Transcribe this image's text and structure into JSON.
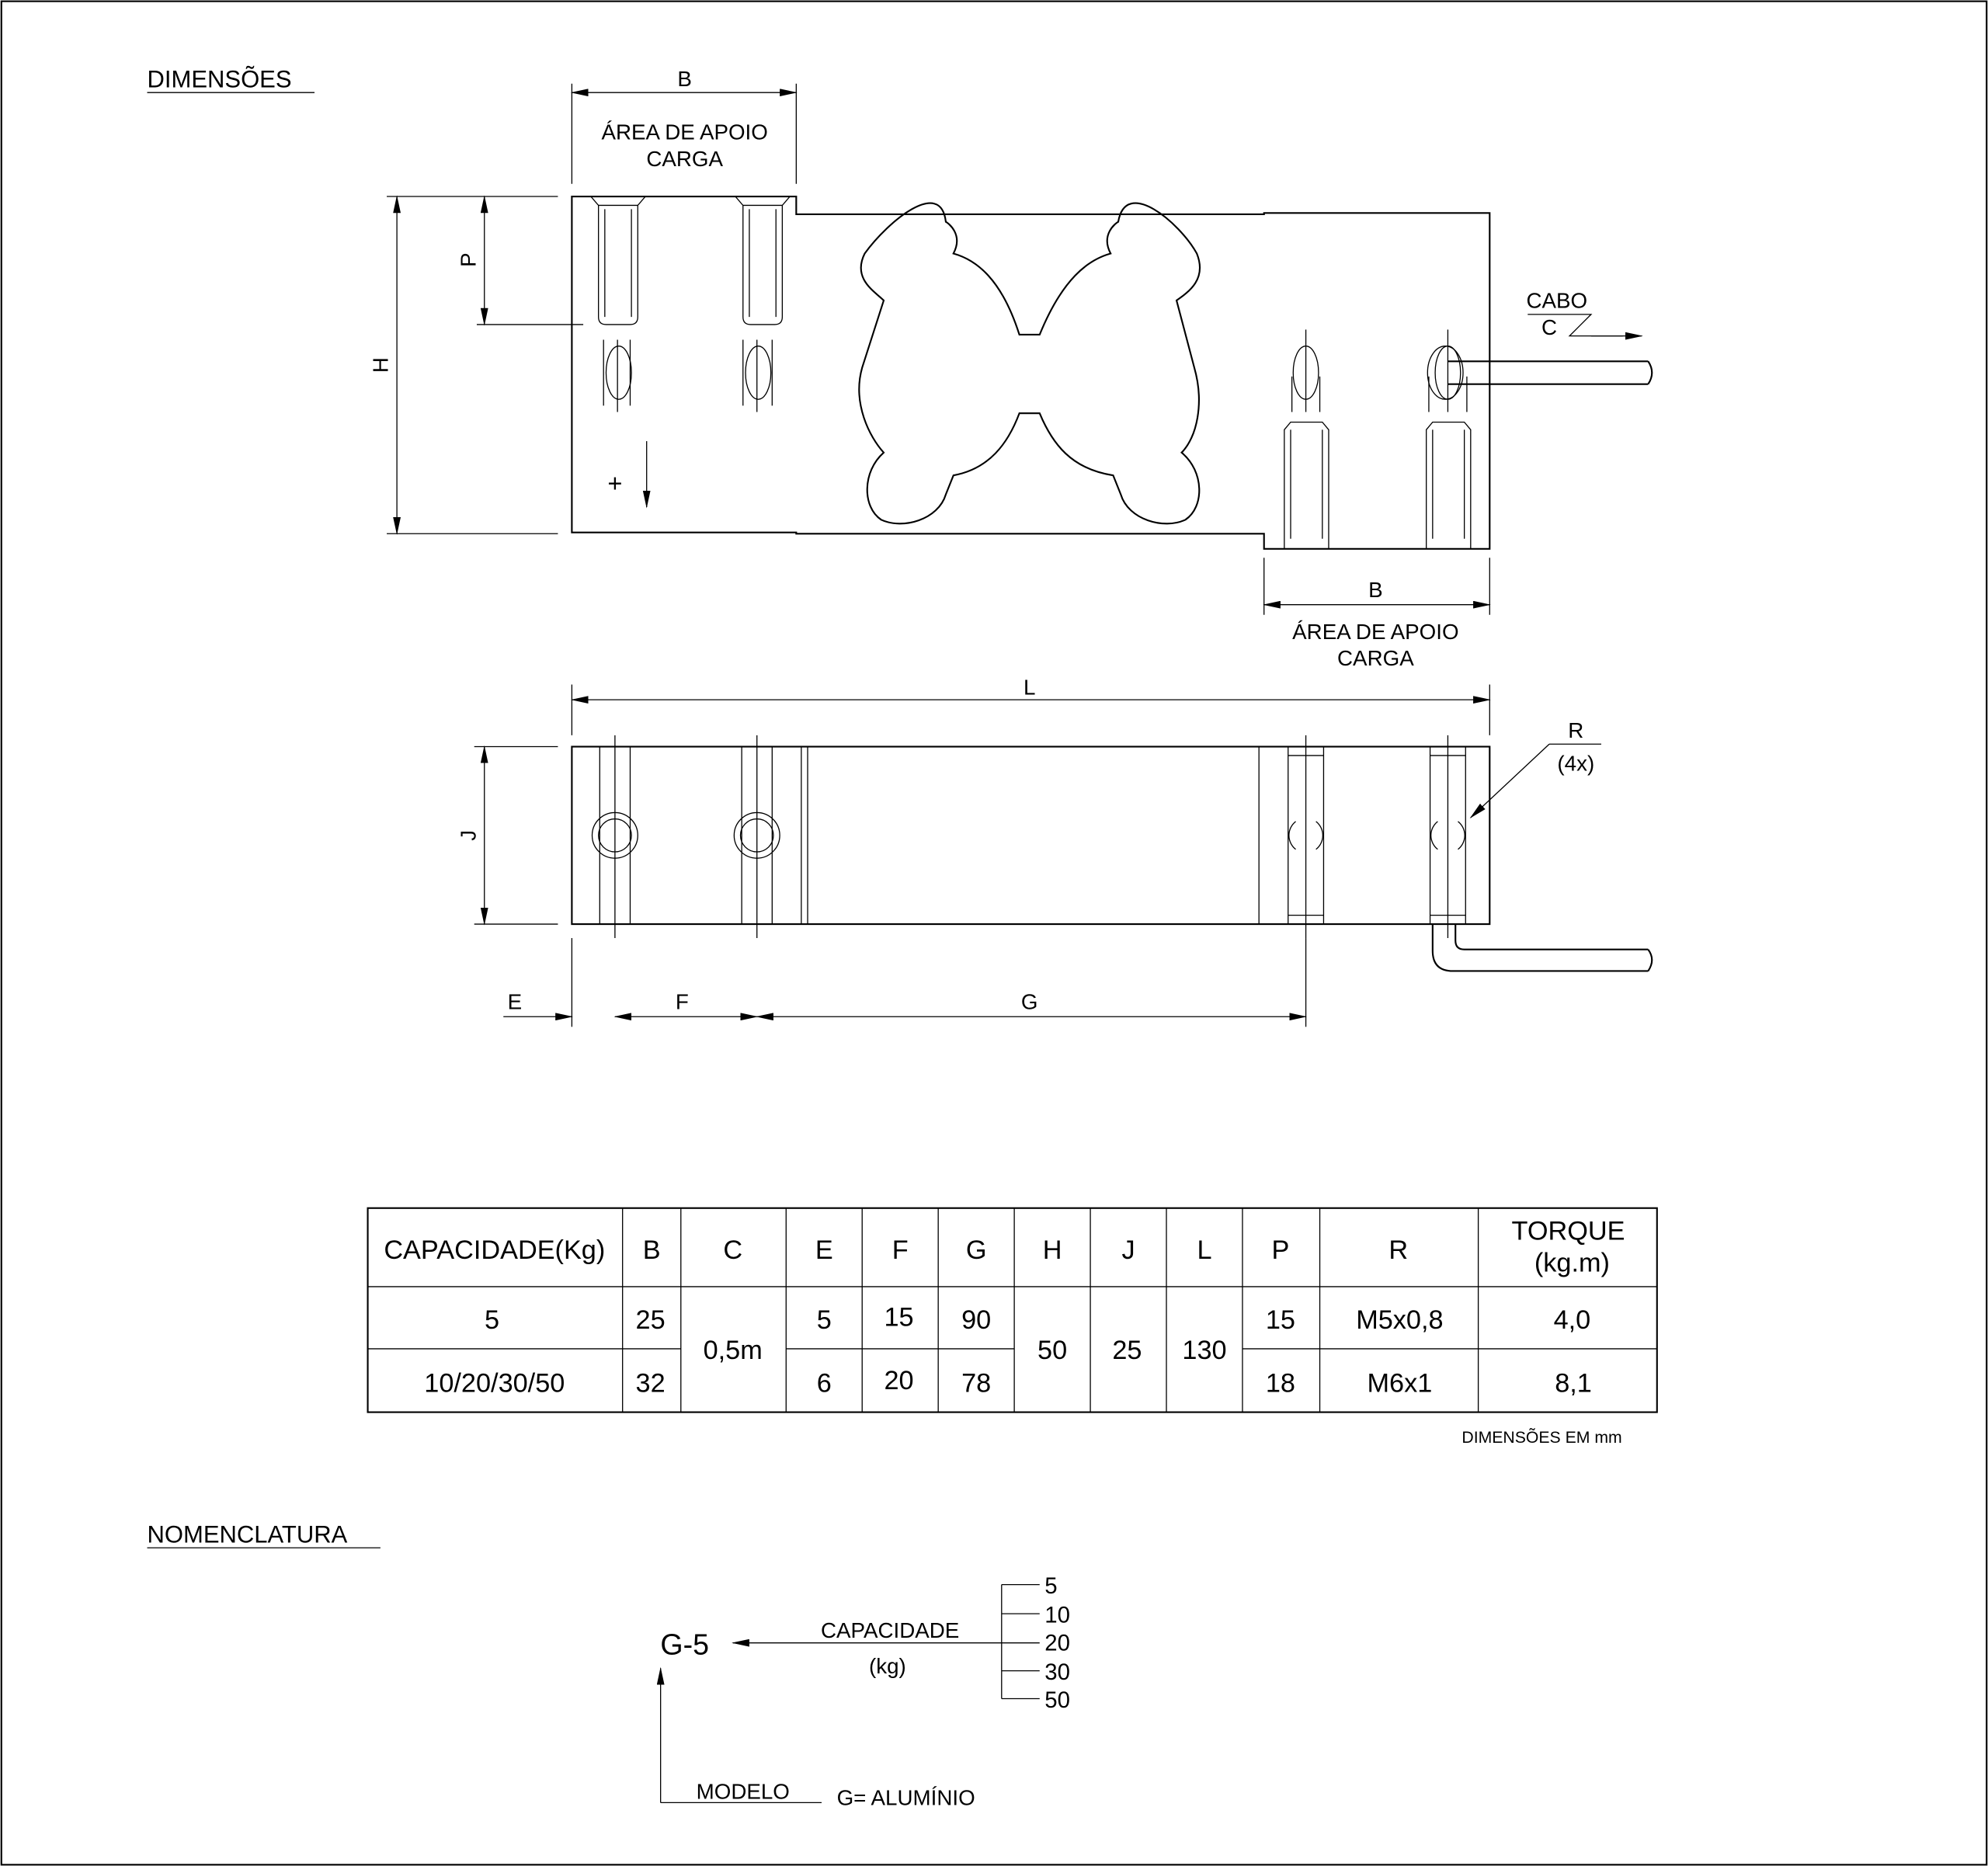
{
  "sections": {
    "dimensions_title": "DIMENSÕES",
    "nomenclature_title": "NOMENCLATURA"
  },
  "side_view": {
    "b_label_top": "B",
    "support_area_top": "ÁREA DE APOIO",
    "load_top": "CARGA",
    "h_label": "H",
    "p_label": "P",
    "plus_sign": "+",
    "cable_label": "CABO",
    "c_label": "C",
    "b_label_bottom": "B",
    "support_area_bottom": "ÁREA DE APOIO",
    "load_bottom": "CARGA"
  },
  "top_view": {
    "l_label": "L",
    "r_label": "R",
    "r_count": "(4x)",
    "j_label": "J",
    "e_label": "E",
    "f_label": "F",
    "g_label": "G"
  },
  "table": {
    "headers": [
      "CAPACIDADE(Kg)",
      "B",
      "C",
      "E",
      "F",
      "G",
      "H",
      "J",
      "L",
      "P",
      "R",
      "TORQUE",
      "(kg.m)"
    ],
    "rows": [
      {
        "capacity": "5",
        "B": "25",
        "E": "5",
        "F": "15",
        "G": "90",
        "P": "15",
        "R": "M5x0,8",
        "torque": "4,0"
      },
      {
        "capacity": "10/20/30/50",
        "B": "32",
        "E": "6",
        "F": "20",
        "G": "78",
        "P": "18",
        "R": "M6x1",
        "torque": "8,1"
      }
    ],
    "shared": {
      "C": "0,5m",
      "H": "50",
      "J": "25",
      "L": "130"
    },
    "note": "DIMENSÕES EM mm"
  },
  "nomenclature": {
    "code": "G-5",
    "capacity_label": "CAPACIDADE",
    "capacity_unit": "(kg)",
    "options": [
      "5",
      "10",
      "20",
      "30",
      "50"
    ],
    "model_label": "MODELO",
    "model_value": "G= ALUMÍNIO"
  }
}
